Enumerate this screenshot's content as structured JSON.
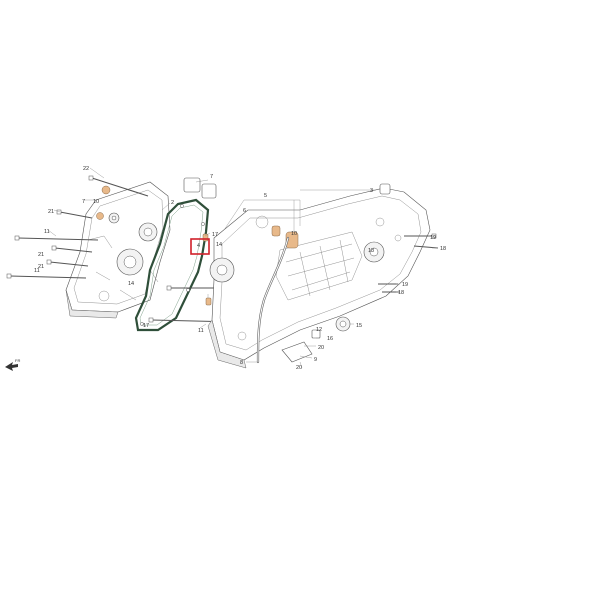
{
  "diagram": {
    "callouts": {
      "c22": "22",
      "c7a": "7",
      "c10": "10",
      "c21a": "21",
      "c11a": "11",
      "c21b": "21",
      "c21c": "21",
      "c11b": "11",
      "c2": "2",
      "c7b": "7",
      "c17a": "17",
      "c4": "4",
      "c14a": "14",
      "c14b": "14",
      "c17b": "17",
      "c11c": "11",
      "c5": "5",
      "c6": "6",
      "c10b": "10",
      "c3": "3",
      "c19a": "19",
      "c18a": "18",
      "c18b": "18",
      "c19b": "19",
      "c18c": "18",
      "c15": "15",
      "c12": "12",
      "c16": "16",
      "c20a": "20",
      "c9": "9",
      "c20b": "20",
      "c8": "8"
    },
    "front_marker": "FR",
    "highlight_color": "#d0202a",
    "gasket_color": "#2f4f3a",
    "pin_color": "#e8b98a"
  }
}
